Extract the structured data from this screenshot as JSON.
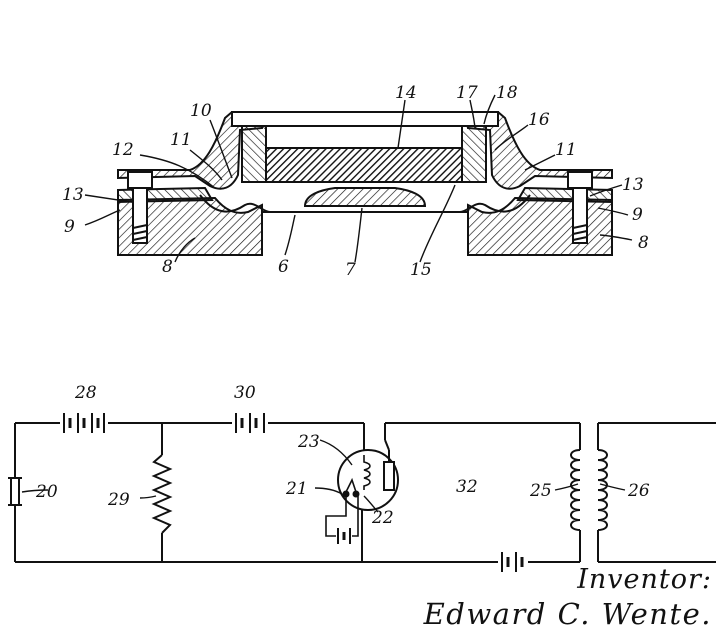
{
  "labels": {
    "l6": "6",
    "l7": "7",
    "l8": "8",
    "l9": "9",
    "l10": "10",
    "l11": "11",
    "l12": "12",
    "l13": "13",
    "l14": "14",
    "l15": "15",
    "l16": "16",
    "l17": "17",
    "l18": "18",
    "l20": "20",
    "l21": "21",
    "l22": "22",
    "l23": "23",
    "l25": "25",
    "l26": "26",
    "l28": "28",
    "l29": "29",
    "l30": "30",
    "l32": "32"
  },
  "signature": {
    "title": "Inventor:",
    "name": "Edward C. Wente."
  }
}
